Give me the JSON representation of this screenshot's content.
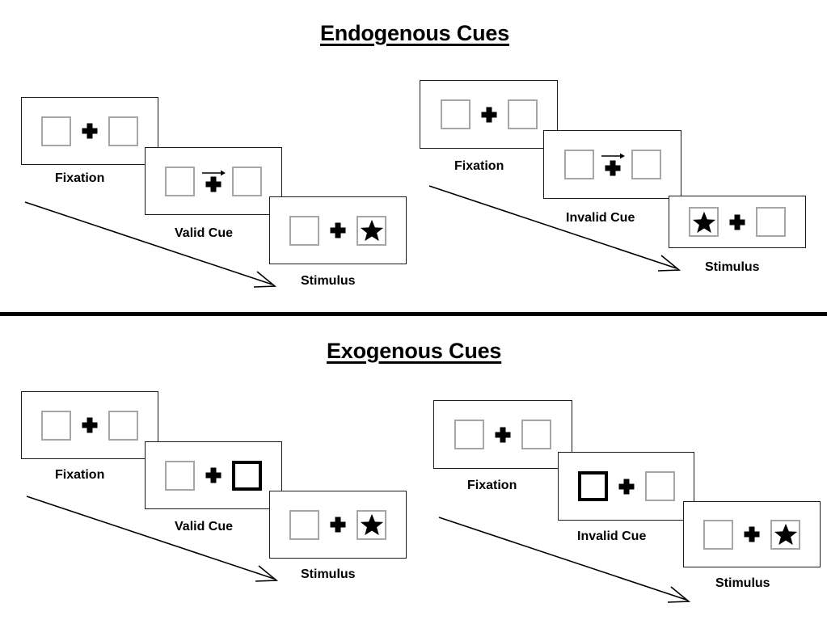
{
  "figure": {
    "title_endogenous": "Endogenous Cues",
    "title_exogenous": "Exogenous Cues",
    "colors": {
      "ink": "#000000",
      "frame_border": "#1a1a1a",
      "placeholder_border": "#a6a6a6",
      "cued_border": "#000000",
      "background": "#ffffff"
    }
  },
  "sections": [
    {
      "name": "endogenous",
      "title": "Endogenous Cues",
      "cue_type": "arrow",
      "sequences": [
        {
          "name": "valid",
          "frames": [
            {
              "caption": "Fixation",
              "left_content": "empty",
              "right_content": "empty",
              "cue": "none"
            },
            {
              "caption": "Valid Cue",
              "left_content": "empty",
              "right_content": "empty",
              "cue": "arrow-right"
            },
            {
              "caption": "Stimulus",
              "left_content": "empty",
              "right_content": "star",
              "cue": "none"
            }
          ]
        },
        {
          "name": "invalid",
          "frames": [
            {
              "caption": "Fixation",
              "left_content": "empty",
              "right_content": "empty",
              "cue": "none"
            },
            {
              "caption": "Invalid Cue",
              "left_content": "empty",
              "right_content": "empty",
              "cue": "arrow-right"
            },
            {
              "caption": "Stimulus",
              "left_content": "star",
              "right_content": "empty",
              "cue": "none"
            }
          ]
        }
      ]
    },
    {
      "name": "exogenous",
      "title": "Exogenous Cues",
      "cue_type": "box-flash",
      "sequences": [
        {
          "name": "valid",
          "frames": [
            {
              "caption": "Fixation",
              "left_content": "empty",
              "right_content": "empty",
              "cue": "none"
            },
            {
              "caption": "Valid Cue",
              "left_content": "empty",
              "right_content": "highlight",
              "cue": "box-right"
            },
            {
              "caption": "Stimulus",
              "left_content": "empty",
              "right_content": "star",
              "cue": "none"
            }
          ]
        },
        {
          "name": "invalid",
          "frames": [
            {
              "caption": "Fixation",
              "left_content": "empty",
              "right_content": "empty",
              "cue": "none"
            },
            {
              "caption": "Invalid Cue",
              "left_content": "highlight",
              "right_content": "empty",
              "cue": "box-left"
            },
            {
              "caption": "Stimulus",
              "left_content": "empty",
              "right_content": "star",
              "cue": "none"
            }
          ]
        }
      ]
    }
  ],
  "labels": {
    "endo_valid_fixation": "Fixation",
    "endo_valid_cue": "Valid Cue",
    "endo_valid_stimulus": "Stimulus",
    "endo_invalid_fixation": "Fixation",
    "endo_invalid_cue": "Invalid Cue",
    "endo_invalid_stimulus": "Stimulus",
    "exo_valid_fixation": "Fixation",
    "exo_valid_cue": "Valid Cue",
    "exo_valid_stimulus": "Stimulus",
    "exo_invalid_fixation": "Fixation",
    "exo_invalid_cue": "Invalid Cue",
    "exo_invalid_stimulus": "Stimulus"
  },
  "icons": {
    "fixation_cross": "plus-icon",
    "target": "star-icon",
    "cue_arrow": "arrow-right-icon",
    "time_arrow": "time-flow-arrow-icon"
  }
}
